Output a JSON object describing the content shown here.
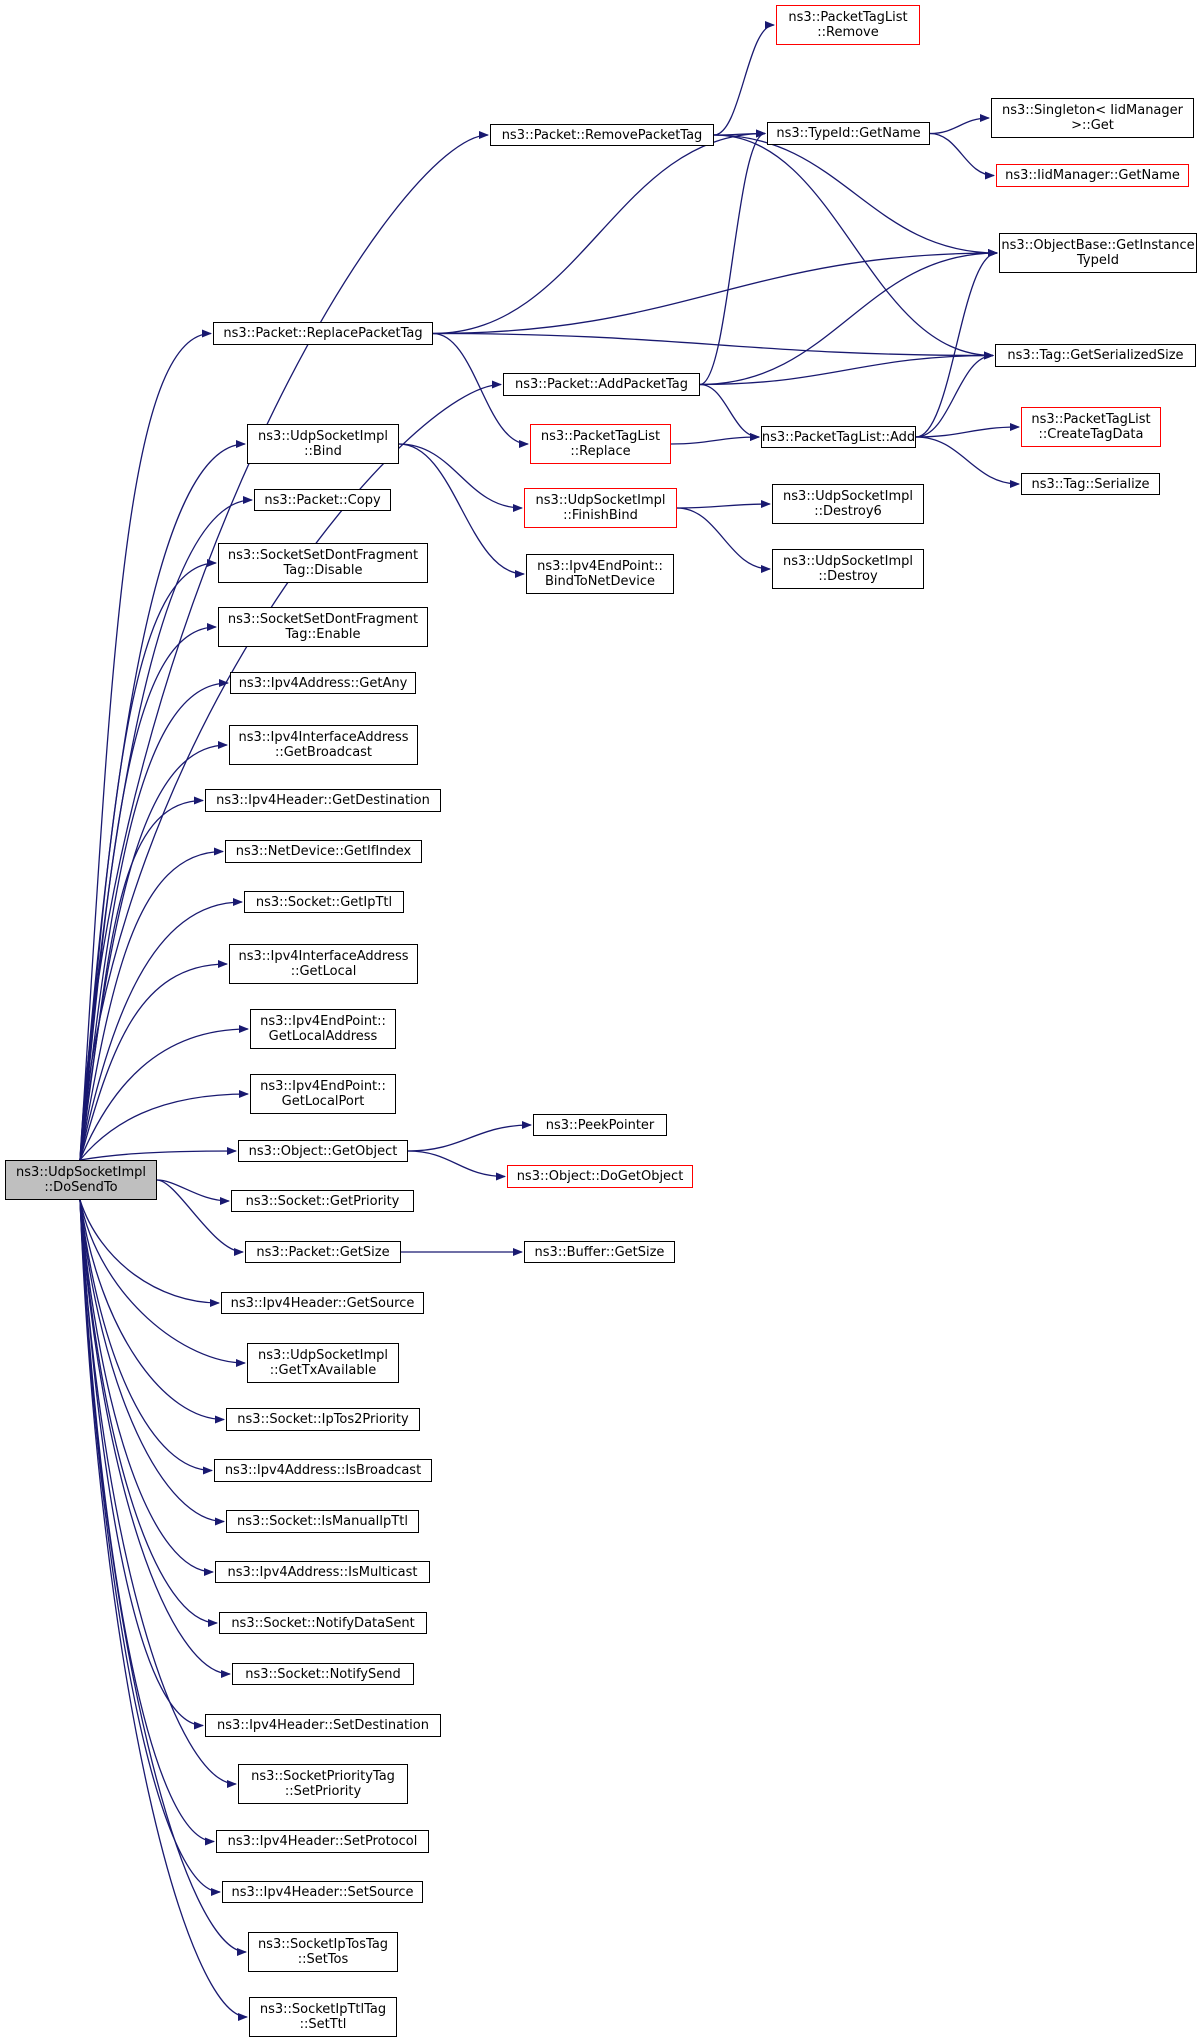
{
  "colors": {
    "edge": "#191970",
    "border": "#000000",
    "border_incomplete": "#ff0000",
    "root_fill": "#bfbfbf"
  },
  "nodes": [
    {
      "id": "dosendto",
      "lines": [
        "ns3::UdpSocketImpl",
        "::DoSendTo"
      ],
      "style": "root"
    },
    {
      "id": "remove_packet_tag",
      "lines": [
        "ns3::Packet::RemovePacketTag"
      ],
      "style": "normal"
    },
    {
      "id": "replace_packet_tag",
      "lines": [
        "ns3::Packet::ReplacePacketTag"
      ],
      "style": "normal"
    },
    {
      "id": "add_packet_tag",
      "lines": [
        "ns3::Packet::AddPacketTag"
      ],
      "style": "normal"
    },
    {
      "id": "bind",
      "lines": [
        "ns3::UdpSocketImpl",
        "::Bind"
      ],
      "style": "normal"
    },
    {
      "id": "copy",
      "lines": [
        "ns3::Packet::Copy"
      ],
      "style": "normal"
    },
    {
      "id": "dontfrag_disable",
      "lines": [
        "ns3::SocketSetDontFragment",
        "Tag::Disable"
      ],
      "style": "normal"
    },
    {
      "id": "dontfrag_enable",
      "lines": [
        "ns3::SocketSetDontFragment",
        "Tag::Enable"
      ],
      "style": "normal"
    },
    {
      "id": "get_any",
      "lines": [
        "ns3::Ipv4Address::GetAny"
      ],
      "style": "normal"
    },
    {
      "id": "get_broadcast",
      "lines": [
        "ns3::Ipv4InterfaceAddress",
        "::GetBroadcast"
      ],
      "style": "normal"
    },
    {
      "id": "get_destination",
      "lines": [
        "ns3::Ipv4Header::GetDestination"
      ],
      "style": "normal"
    },
    {
      "id": "get_ifindex",
      "lines": [
        "ns3::NetDevice::GetIfIndex"
      ],
      "style": "normal"
    },
    {
      "id": "get_ipttl",
      "lines": [
        "ns3::Socket::GetIpTtl"
      ],
      "style": "normal"
    },
    {
      "id": "get_local",
      "lines": [
        "ns3::Ipv4InterfaceAddress",
        "::GetLocal"
      ],
      "style": "normal"
    },
    {
      "id": "get_local_address",
      "lines": [
        "ns3::Ipv4EndPoint::",
        "GetLocalAddress"
      ],
      "style": "normal"
    },
    {
      "id": "get_local_port",
      "lines": [
        "ns3::Ipv4EndPoint::",
        "GetLocalPort"
      ],
      "style": "normal"
    },
    {
      "id": "get_object",
      "lines": [
        "ns3::Object::GetObject"
      ],
      "style": "normal"
    },
    {
      "id": "get_priority",
      "lines": [
        "ns3::Socket::GetPriority"
      ],
      "style": "normal"
    },
    {
      "id": "get_size",
      "lines": [
        "ns3::Packet::GetSize"
      ],
      "style": "normal"
    },
    {
      "id": "get_source",
      "lines": [
        "ns3::Ipv4Header::GetSource"
      ],
      "style": "normal"
    },
    {
      "id": "get_tx_available",
      "lines": [
        "ns3::UdpSocketImpl",
        "::GetTxAvailable"
      ],
      "style": "normal"
    },
    {
      "id": "iptos2priority",
      "lines": [
        "ns3::Socket::IpTos2Priority"
      ],
      "style": "normal"
    },
    {
      "id": "is_broadcast",
      "lines": [
        "ns3::Ipv4Address::IsBroadcast"
      ],
      "style": "normal"
    },
    {
      "id": "is_manual_ipttl",
      "lines": [
        "ns3::Socket::IsManualIpTtl"
      ],
      "style": "normal"
    },
    {
      "id": "is_multicast",
      "lines": [
        "ns3::Ipv4Address::IsMulticast"
      ],
      "style": "normal"
    },
    {
      "id": "notify_data_sent",
      "lines": [
        "ns3::Socket::NotifyDataSent"
      ],
      "style": "normal"
    },
    {
      "id": "notify_send",
      "lines": [
        "ns3::Socket::NotifySend"
      ],
      "style": "normal"
    },
    {
      "id": "set_destination",
      "lines": [
        "ns3::Ipv4Header::SetDestination"
      ],
      "style": "normal"
    },
    {
      "id": "set_priority",
      "lines": [
        "ns3::SocketPriorityTag",
        "::SetPriority"
      ],
      "style": "normal"
    },
    {
      "id": "set_protocol",
      "lines": [
        "ns3::Ipv4Header::SetProtocol"
      ],
      "style": "normal"
    },
    {
      "id": "set_source",
      "lines": [
        "ns3::Ipv4Header::SetSource"
      ],
      "style": "normal"
    },
    {
      "id": "set_tos",
      "lines": [
        "ns3::SocketIpTosTag",
        "::SetTos"
      ],
      "style": "normal"
    },
    {
      "id": "set_ttl",
      "lines": [
        "ns3::SocketIpTtlTag",
        "::SetTtl"
      ],
      "style": "normal"
    },
    {
      "id": "tag_list_remove",
      "lines": [
        "ns3::PacketTagList",
        "::Remove"
      ],
      "style": "red"
    },
    {
      "id": "typeid_getname",
      "lines": [
        "ns3::TypeId::GetName"
      ],
      "style": "normal"
    },
    {
      "id": "singleton_get",
      "lines": [
        "ns3::Singleton< IidManager",
        ">::Get"
      ],
      "style": "normal"
    },
    {
      "id": "iidmanager_getname",
      "lines": [
        "ns3::IidManager::GetName"
      ],
      "style": "red"
    },
    {
      "id": "objectbase_getinstancetypeid",
      "lines": [
        "ns3::ObjectBase::GetInstance",
        "TypeId"
      ],
      "style": "normal"
    },
    {
      "id": "tag_getserializedsize",
      "lines": [
        "ns3::Tag::GetSerializedSize"
      ],
      "style": "normal"
    },
    {
      "id": "tag_list_replace",
      "lines": [
        "ns3::PacketTagList",
        "::Replace"
      ],
      "style": "red"
    },
    {
      "id": "tag_list_add",
      "lines": [
        "ns3::PacketTagList::Add"
      ],
      "style": "normal"
    },
    {
      "id": "tag_list_createtagdata",
      "lines": [
        "ns3::PacketTagList",
        "::CreateTagData"
      ],
      "style": "red"
    },
    {
      "id": "tag_serialize",
      "lines": [
        "ns3::Tag::Serialize"
      ],
      "style": "normal"
    },
    {
      "id": "finish_bind",
      "lines": [
        "ns3::UdpSocketImpl",
        "::FinishBind"
      ],
      "style": "red"
    },
    {
      "id": "bind_to_netdevice",
      "lines": [
        "ns3::Ipv4EndPoint::",
        "BindToNetDevice"
      ],
      "style": "normal"
    },
    {
      "id": "destroy6",
      "lines": [
        "ns3::UdpSocketImpl",
        "::Destroy6"
      ],
      "style": "normal"
    },
    {
      "id": "destroy",
      "lines": [
        "ns3::UdpSocketImpl",
        "::Destroy"
      ],
      "style": "normal"
    },
    {
      "id": "peek_pointer",
      "lines": [
        "ns3::PeekPointer"
      ],
      "style": "normal"
    },
    {
      "id": "do_get_object",
      "lines": [
        "ns3::Object::DoGetObject"
      ],
      "style": "red"
    },
    {
      "id": "buffer_getsize",
      "lines": [
        "ns3::Buffer::GetSize"
      ],
      "style": "normal"
    }
  ],
  "edges": [
    [
      "dosendto",
      "remove_packet_tag"
    ],
    [
      "dosendto",
      "replace_packet_tag"
    ],
    [
      "dosendto",
      "add_packet_tag"
    ],
    [
      "dosendto",
      "bind"
    ],
    [
      "dosendto",
      "copy"
    ],
    [
      "dosendto",
      "dontfrag_disable"
    ],
    [
      "dosendto",
      "dontfrag_enable"
    ],
    [
      "dosendto",
      "get_any"
    ],
    [
      "dosendto",
      "get_broadcast"
    ],
    [
      "dosendto",
      "get_destination"
    ],
    [
      "dosendto",
      "get_ifindex"
    ],
    [
      "dosendto",
      "get_ipttl"
    ],
    [
      "dosendto",
      "get_local"
    ],
    [
      "dosendto",
      "get_local_address"
    ],
    [
      "dosendto",
      "get_local_port"
    ],
    [
      "dosendto",
      "get_object"
    ],
    [
      "dosendto",
      "get_priority"
    ],
    [
      "dosendto",
      "get_size"
    ],
    [
      "dosendto",
      "get_source"
    ],
    [
      "dosendto",
      "get_tx_available"
    ],
    [
      "dosendto",
      "iptos2priority"
    ],
    [
      "dosendto",
      "is_broadcast"
    ],
    [
      "dosendto",
      "is_manual_ipttl"
    ],
    [
      "dosendto",
      "is_multicast"
    ],
    [
      "dosendto",
      "notify_data_sent"
    ],
    [
      "dosendto",
      "notify_send"
    ],
    [
      "dosendto",
      "set_destination"
    ],
    [
      "dosendto",
      "set_priority"
    ],
    [
      "dosendto",
      "set_protocol"
    ],
    [
      "dosendto",
      "set_source"
    ],
    [
      "dosendto",
      "set_tos"
    ],
    [
      "dosendto",
      "set_ttl"
    ],
    [
      "remove_packet_tag",
      "tag_list_remove"
    ],
    [
      "remove_packet_tag",
      "typeid_getname"
    ],
    [
      "remove_packet_tag",
      "objectbase_getinstancetypeid"
    ],
    [
      "remove_packet_tag",
      "tag_getserializedsize"
    ],
    [
      "replace_packet_tag",
      "typeid_getname"
    ],
    [
      "replace_packet_tag",
      "objectbase_getinstancetypeid"
    ],
    [
      "replace_packet_tag",
      "tag_getserializedsize"
    ],
    [
      "replace_packet_tag",
      "tag_list_replace"
    ],
    [
      "add_packet_tag",
      "typeid_getname"
    ],
    [
      "add_packet_tag",
      "objectbase_getinstancetypeid"
    ],
    [
      "add_packet_tag",
      "tag_getserializedsize"
    ],
    [
      "add_packet_tag",
      "tag_list_add"
    ],
    [
      "typeid_getname",
      "singleton_get"
    ],
    [
      "typeid_getname",
      "iidmanager_getname"
    ],
    [
      "tag_list_replace",
      "tag_list_add"
    ],
    [
      "tag_list_add",
      "objectbase_getinstancetypeid"
    ],
    [
      "tag_list_add",
      "tag_getserializedsize"
    ],
    [
      "tag_list_add",
      "tag_list_createtagdata"
    ],
    [
      "tag_list_add",
      "tag_serialize"
    ],
    [
      "bind",
      "finish_bind"
    ],
    [
      "bind",
      "bind_to_netdevice"
    ],
    [
      "finish_bind",
      "destroy6"
    ],
    [
      "finish_bind",
      "destroy"
    ],
    [
      "get_object",
      "peek_pointer"
    ],
    [
      "get_object",
      "do_get_object"
    ],
    [
      "get_size",
      "buffer_getsize"
    ]
  ]
}
